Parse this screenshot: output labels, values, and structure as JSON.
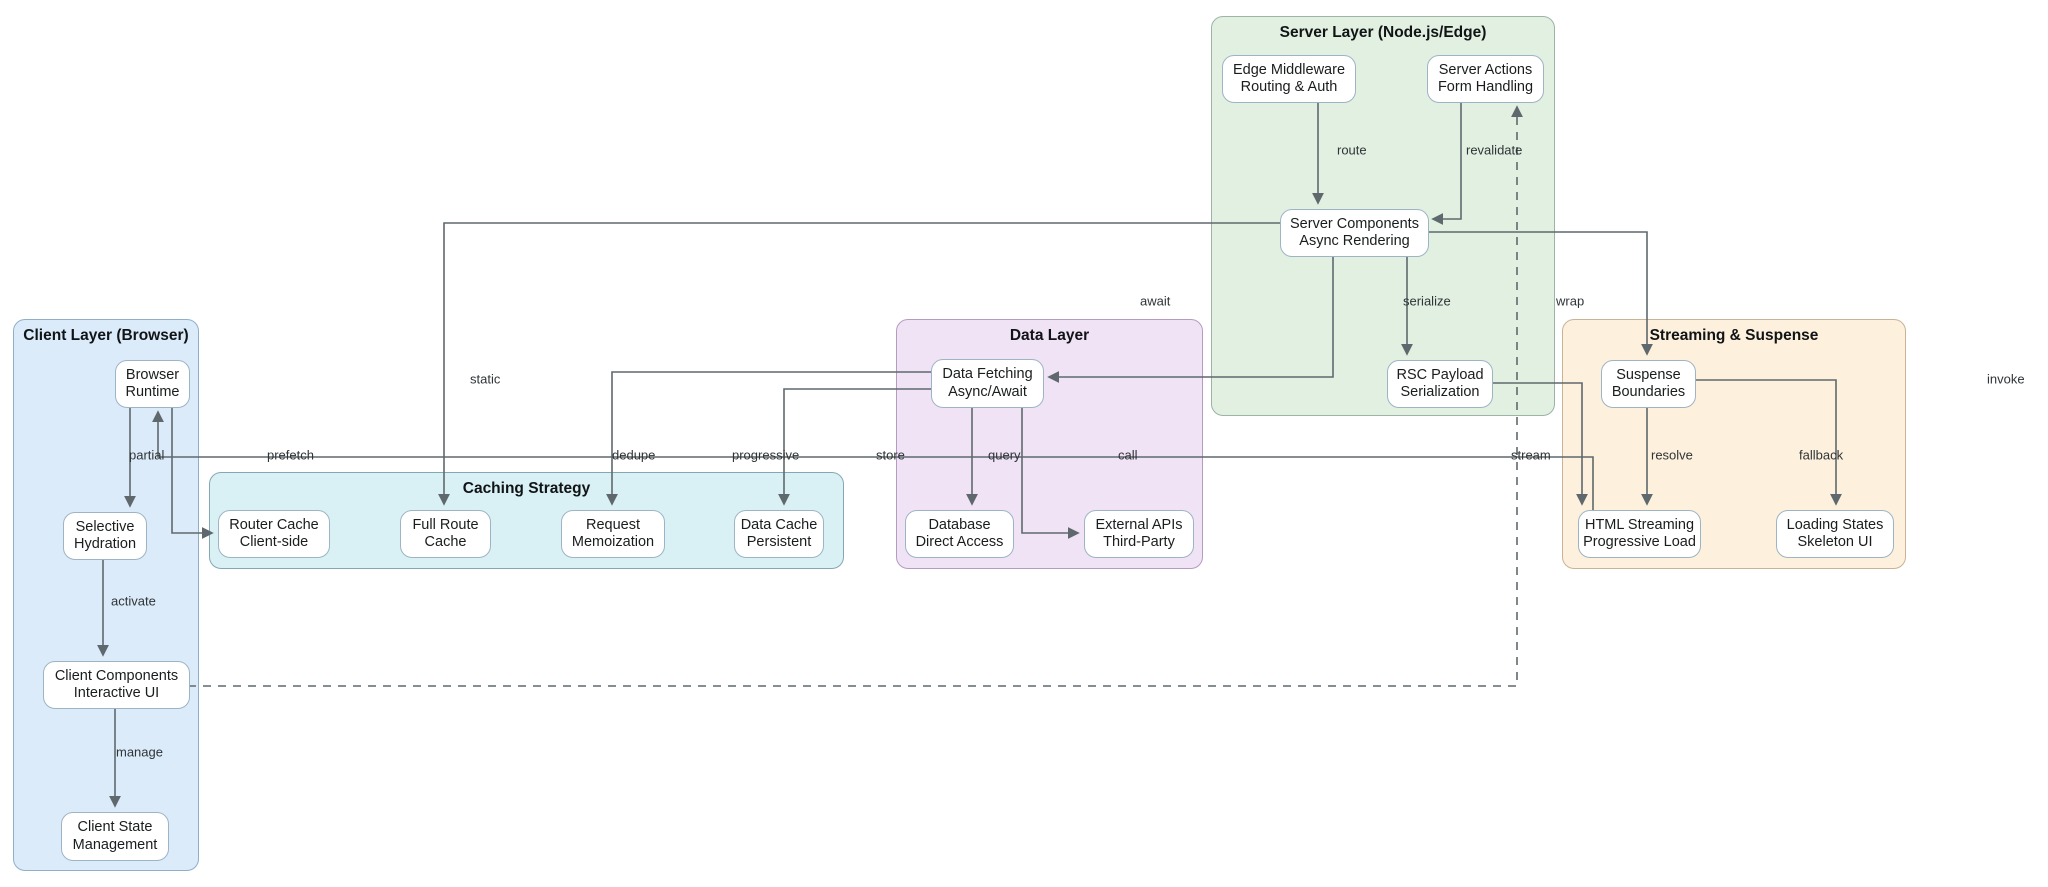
{
  "diagram": {
    "title_hint": "Next.js-style rendering architecture flow diagram",
    "colors": {
      "edge": "#5f696d",
      "node_fill": "#ffffff",
      "node_border": "#9db4c4",
      "text": "#1a1d1e"
    },
    "containers": [
      {
        "id": "client-layer",
        "title": "Client Layer (Browser)",
        "fill": "#dcebfa",
        "border": "#8fafc9"
      },
      {
        "id": "caching-strategy",
        "title": "Caching Strategy",
        "fill": "#d9f1f4",
        "border": "#84a8b3"
      },
      {
        "id": "data-layer",
        "title": "Data Layer",
        "fill": "#f1e3f6",
        "border": "#b49cc0"
      },
      {
        "id": "server-layer",
        "title": "Server Layer (Node.js/Edge)",
        "fill": "#e2f0e2",
        "border": "#9cb3a6"
      },
      {
        "id": "streaming-suspense",
        "title": "Streaming & Suspense",
        "fill": "#fdf0dc",
        "border": "#c9b394"
      }
    ],
    "nodes": {
      "browser_runtime": {
        "label": "Browser\nRuntime",
        "container": "client-layer"
      },
      "selective_hydration": {
        "label": "Selective\nHydration",
        "container": "client-layer"
      },
      "client_components": {
        "label": "Client Components\nInteractive UI",
        "container": "client-layer"
      },
      "client_state": {
        "label": "Client State\nManagement",
        "container": "client-layer"
      },
      "router_cache": {
        "label": "Router Cache\nClient-side",
        "container": "caching-strategy"
      },
      "full_route_cache": {
        "label": "Full Route\nCache",
        "container": "caching-strategy"
      },
      "request_memoization": {
        "label": "Request\nMemoization",
        "container": "caching-strategy"
      },
      "data_cache": {
        "label": "Data Cache\nPersistent",
        "container": "caching-strategy"
      },
      "data_fetching": {
        "label": "Data Fetching\nAsync/Await",
        "container": "data-layer"
      },
      "database": {
        "label": "Database\nDirect Access",
        "container": "data-layer"
      },
      "external_apis": {
        "label": "External APIs\nThird-Party",
        "container": "data-layer"
      },
      "edge_middleware": {
        "label": "Edge Middleware\nRouting & Auth",
        "container": "server-layer"
      },
      "server_actions": {
        "label": "Server Actions\nForm Handling",
        "container": "server-layer"
      },
      "server_components": {
        "label": "Server Components\nAsync Rendering",
        "container": "server-layer"
      },
      "rsc_payload": {
        "label": "RSC Payload\nSerialization",
        "container": "server-layer"
      },
      "suspense_boundaries": {
        "label": "Suspense\nBoundaries",
        "container": "streaming-suspense"
      },
      "html_streaming": {
        "label": "HTML Streaming\nProgressive Load",
        "container": "streaming-suspense"
      },
      "loading_states": {
        "label": "Loading States\nSkeleton UI",
        "container": "streaming-suspense"
      }
    },
    "edges": [
      {
        "id": "route",
        "from": "edge_middleware",
        "to": "server_components",
        "label": "route",
        "style": "solid"
      },
      {
        "id": "revalidate",
        "from": "server_actions",
        "to": "server_components",
        "label": "revalidate",
        "style": "solid"
      },
      {
        "id": "serialize",
        "from": "server_components",
        "to": "rsc_payload",
        "label": "serialize",
        "style": "solid"
      },
      {
        "id": "await",
        "from": "server_components",
        "to": "data_fetching",
        "label": "await",
        "style": "solid"
      },
      {
        "id": "static",
        "from": "server_components",
        "to": "full_route_cache",
        "label": "static",
        "style": "solid"
      },
      {
        "id": "wrap",
        "from": "server_components",
        "to": "suspense_boundaries",
        "label": "wrap",
        "style": "solid"
      },
      {
        "id": "dedupe",
        "from": "data_fetching",
        "to": "request_memoization",
        "label": "dedupe",
        "style": "solid"
      },
      {
        "id": "store",
        "from": "data_fetching",
        "to": "data_cache",
        "label": "store",
        "style": "solid"
      },
      {
        "id": "query",
        "from": "data_fetching",
        "to": "database",
        "label": "query",
        "style": "solid"
      },
      {
        "id": "call",
        "from": "data_fetching",
        "to": "external_apis",
        "label": "call",
        "style": "solid"
      },
      {
        "id": "stream",
        "from": "rsc_payload",
        "to": "html_streaming",
        "label": "stream",
        "style": "solid"
      },
      {
        "id": "resolve",
        "from": "suspense_boundaries",
        "to": "html_streaming",
        "label": "resolve",
        "style": "solid"
      },
      {
        "id": "fallback",
        "from": "suspense_boundaries",
        "to": "loading_states",
        "label": "fallback",
        "style": "solid"
      },
      {
        "id": "progressive",
        "from": "html_streaming",
        "to": "browser_runtime",
        "label": "progressive",
        "style": "solid"
      },
      {
        "id": "partial",
        "from": "browser_runtime",
        "to": "selective_hydration",
        "label": "partial",
        "style": "solid"
      },
      {
        "id": "prefetch",
        "from": "browser_runtime",
        "to": "router_cache",
        "label": "prefetch",
        "style": "solid"
      },
      {
        "id": "activate",
        "from": "selective_hydration",
        "to": "client_components",
        "label": "activate",
        "style": "solid"
      },
      {
        "id": "manage",
        "from": "client_components",
        "to": "client_state",
        "label": "manage",
        "style": "solid"
      },
      {
        "id": "invoke",
        "from": "client_components",
        "to": "server_actions",
        "label": "invoke",
        "style": "dashed"
      }
    ]
  }
}
